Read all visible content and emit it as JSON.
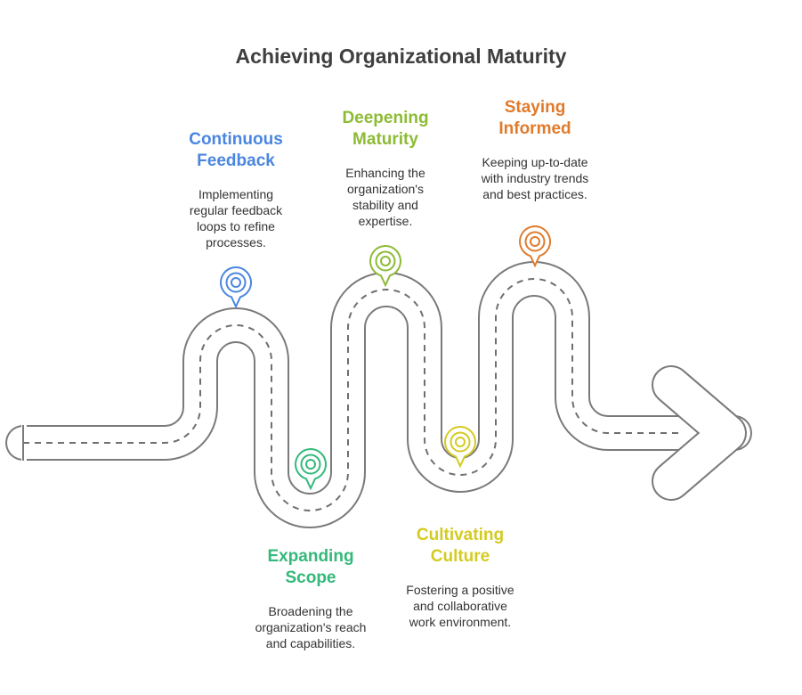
{
  "title": "Achieving Organizational Maturity",
  "steps": [
    {
      "id": "continuous-feedback",
      "title": "Continuous\nFeedback",
      "description": "Implementing\nregular feedback\nloops to refine\nprocesses.",
      "color": "#4a86e0"
    },
    {
      "id": "expanding-scope",
      "title": "Expanding\nScope",
      "description": "Broadening the\norganization's reach\nand capabilities.",
      "color": "#33b97a"
    },
    {
      "id": "deepening-maturity",
      "title": "Deepening\nMaturity",
      "description": "Enhancing the\norganization's\nstability and\nexpertise.",
      "color": "#8dbb35"
    },
    {
      "id": "cultivating-culture",
      "title": "Cultivating\nCulture",
      "description": "Fostering a positive\nand collaborative\nwork environment.",
      "color": "#d4cb22"
    },
    {
      "id": "staying-informed",
      "title": "Staying\nInformed",
      "description": "Keeping up-to-date\nwith industry trends\nand best practices.",
      "color": "#e07b2c"
    }
  ],
  "road": {
    "edge_color": "#7a7a7a",
    "dash_color": "#6f6f6f",
    "fill_color": "#ffffff"
  }
}
